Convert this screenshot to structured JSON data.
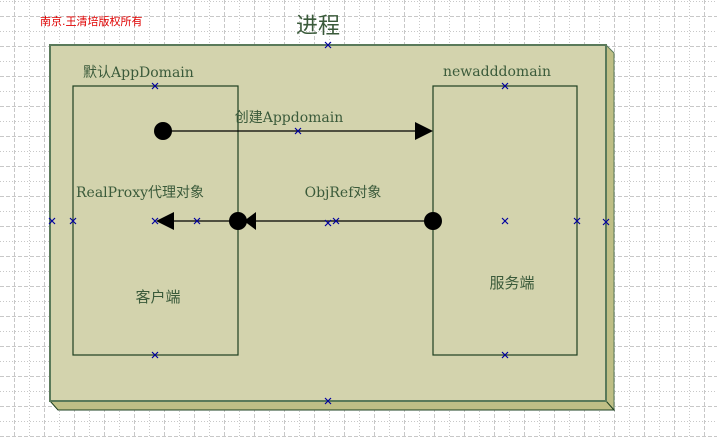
{
  "copyright": "南京.王清培版权所有",
  "process": {
    "title": "进程"
  },
  "client_domain": {
    "title": "默认AppDomain",
    "role_label": "客户端",
    "proxy_label": "RealProxy代理对象"
  },
  "server_domain": {
    "title": "newadddomain",
    "role_label": "服务端"
  },
  "messages": [
    {
      "label": "创建Appdomain",
      "direction": "client-to-server"
    },
    {
      "label": "ObjRef对象",
      "direction": "server-to-client"
    }
  ],
  "colors": {
    "process_fill": "#d3d3ad",
    "process_side": "#bfbf86",
    "process_border": "#5a7a5a",
    "box_border": "#1e4020",
    "text": "#3a5a3a",
    "copyright": "#e00000",
    "handle": "#0000a0",
    "grid": "#c8c8c8"
  }
}
